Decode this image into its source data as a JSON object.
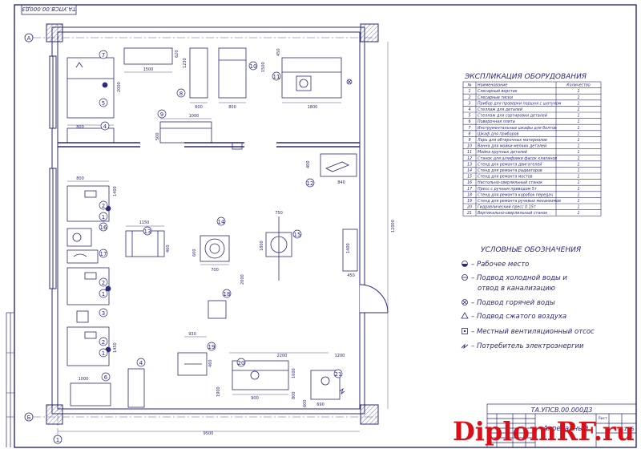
{
  "doc_code": "ТА.УПСВ.00.000Д3",
  "grid_labels": {
    "top": "А",
    "bottom": "Б",
    "corner": "1"
  },
  "dims": {
    "d1500": "1500",
    "d620": "620",
    "d1230": "1230",
    "d600a": "600",
    "d1500b": "1500",
    "d450": "450",
    "d800a": "800",
    "d1800": "1800",
    "d2000": "2000",
    "d800b": "800",
    "d1000": "1000",
    "d500": "500",
    "d400": "400",
    "d840": "840",
    "d12000": "12000",
    "d800c": "800",
    "d1150": "1150",
    "d460": "460",
    "d600b": "600",
    "d700": "700",
    "d750": "750",
    "d2000b": "2000",
    "d1800b": "1800",
    "d800d": "800",
    "d1400": "1400",
    "d930": "930",
    "d460b": "460",
    "d2200": "2200",
    "d1200": "1200",
    "d1900": "1900",
    "d900": "900",
    "d1600": "1600",
    "d800e": "800",
    "d690": "690",
    "d600c": "600",
    "d1000b": "1000",
    "d9500": "9500",
    "d1400b": "1400",
    "d1450": "1450"
  },
  "callouts": [
    "1",
    "1",
    "1",
    "2",
    "2",
    "2",
    "3",
    "4",
    "4",
    "5",
    "6",
    "7",
    "8",
    "9",
    "10",
    "11",
    "12",
    "13",
    "14",
    "15",
    "16",
    "17",
    "18",
    "19",
    "20",
    "21"
  ],
  "explication": {
    "title": "ЭКСПЛИКАЦИЯ ОБОРУДОВАНИЯ",
    "headers": [
      "№",
      "Наименование",
      "Количество"
    ],
    "rows": [
      [
        "1",
        "Слесарный верстак",
        "1"
      ],
      [
        "2",
        "Слесарные тиски",
        "1"
      ],
      [
        "3",
        "Прибор для проверки поршня с шатуном",
        "1"
      ],
      [
        "4",
        "Стеллаж для деталей",
        "1"
      ],
      [
        "5",
        "Стеллаж для сортировки деталей",
        "1"
      ],
      [
        "6",
        "Поверочная плита",
        "1"
      ],
      [
        "7",
        "Инструментальные шкафы для болтов",
        "1"
      ],
      [
        "8",
        "Шкаф для приборов",
        "1"
      ],
      [
        "9",
        "Ларь для обтирочных материалов",
        "1"
      ],
      [
        "10",
        "Ванна для мойки мелких деталей",
        "1"
      ],
      [
        "11",
        "Мойка крупных деталей",
        "1"
      ],
      [
        "12",
        "Станок для шлифовки фасок клапанов",
        "1"
      ],
      [
        "13",
        "Стенд для ремонта двигателей",
        "1"
      ],
      [
        "14",
        "Стенд для ремонта радиаторов",
        "1"
      ],
      [
        "15",
        "Стенд для ремонта мостов",
        "1"
      ],
      [
        "16",
        "Настольно-сверлильный станок",
        "1"
      ],
      [
        "17",
        "Пресс с ручным приводом 5т",
        "1"
      ],
      [
        "18",
        "Стенд для ремонта коробок передач",
        "1"
      ],
      [
        "19",
        "Стенд для ремонта ручевых механизмов",
        "1"
      ],
      [
        "20",
        "Гидравлический пресс 0.15т",
        "1"
      ],
      [
        "21",
        "Вертикально-сверлильный станок",
        "1"
      ]
    ]
  },
  "legend": {
    "title": "УСЛОВНЫЕ ОБОЗНАЧЕНИЯ",
    "items": [
      {
        "icon": "workplace-icon",
        "label": "– Рабочее место"
      },
      {
        "icon": "cold-water-icon",
        "label": "– Подвод холодной воды и"
      },
      {
        "icon": "",
        "label": "отвод в канализацию"
      },
      {
        "icon": "hot-water-icon",
        "label": "– Подвод горячей воды"
      },
      {
        "icon": "compressed-air-icon",
        "label": "– Подвод сжатого воздуха"
      },
      {
        "icon": "ventilation-icon",
        "label": "– Местный вентиляционный отсос"
      },
      {
        "icon": "electric-icon",
        "label": "– Потребитель электроэнергии"
      }
    ]
  },
  "title_block": {
    "code": "ТА.УПСВ.00.000Д3",
    "name": "Агрегатный",
    "scale": "1:25",
    "sheet_label": "Лист"
  },
  "watermark": "DiplomRF.ru",
  "colors": {
    "line": "#2a2a7a",
    "watermark": "#d8101a"
  }
}
